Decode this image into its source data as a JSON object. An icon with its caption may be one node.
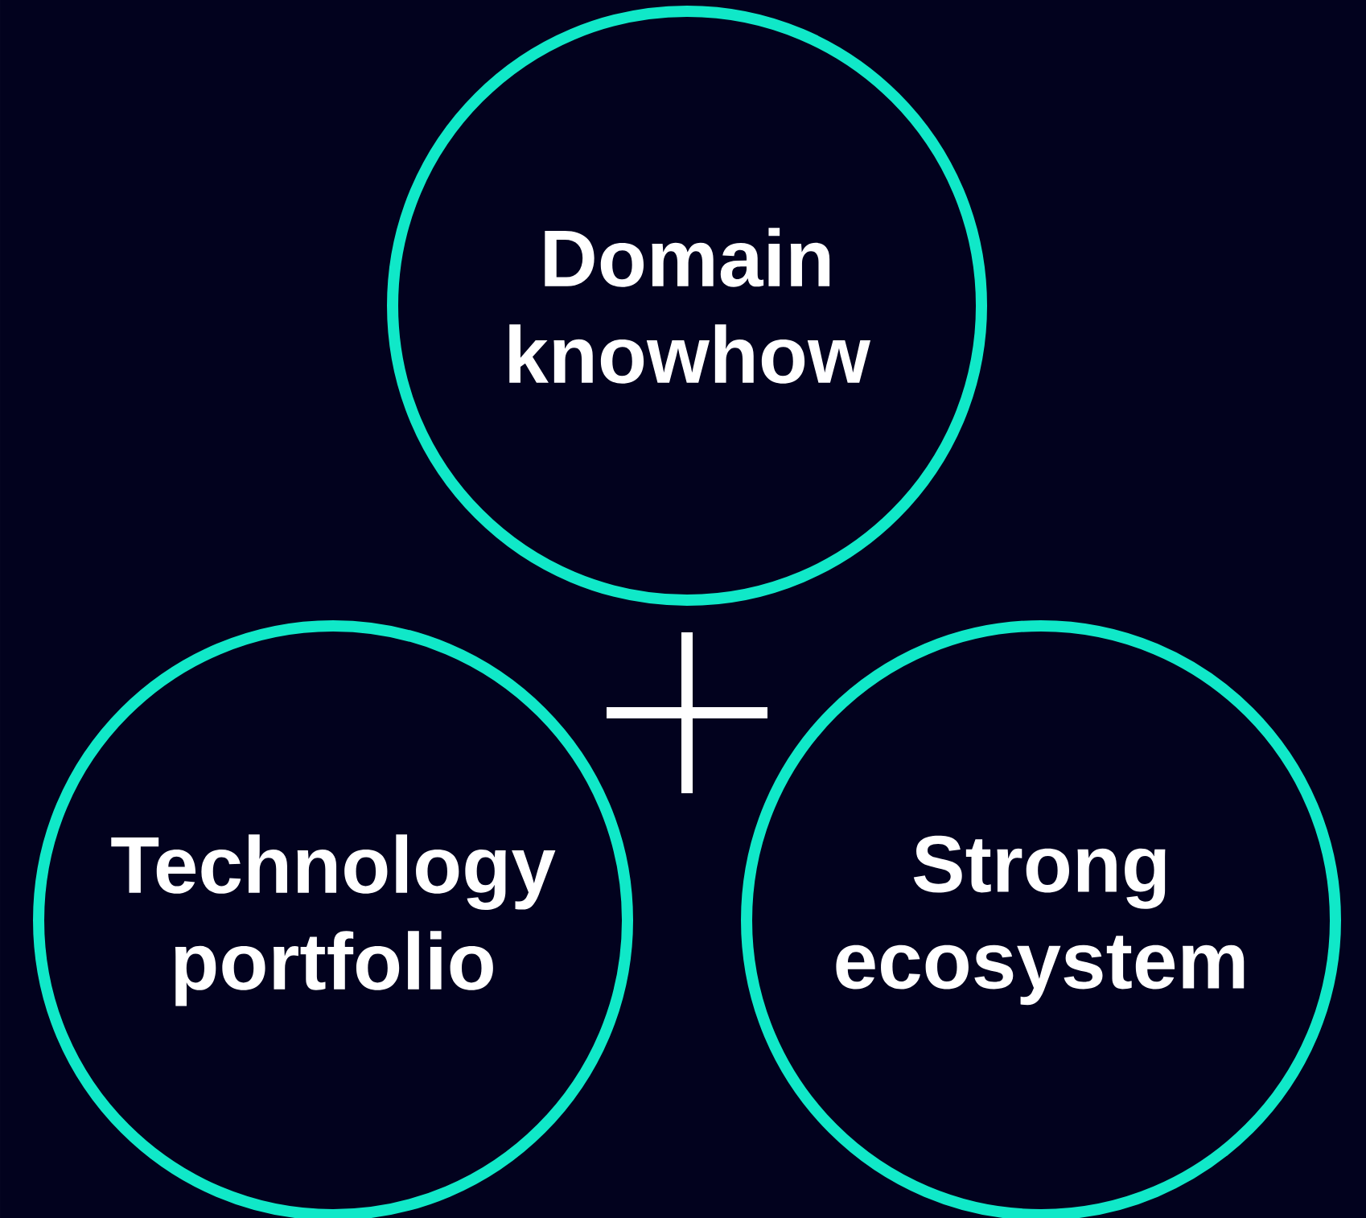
{
  "diagram": {
    "nodes": [
      {
        "text": [
          "Domain knowhow"
        ]
      },
      {
        "text": [
          "Technology portfolio"
        ]
      },
      {
        "text": [
          "Strong ecosystem"
        ]
      }
    ]
  }
}
